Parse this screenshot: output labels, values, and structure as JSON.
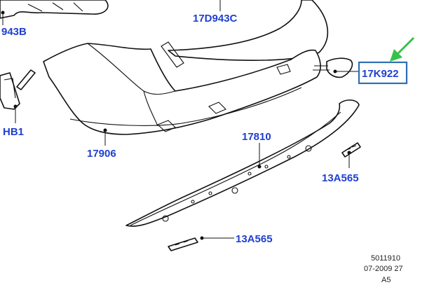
{
  "labels": {
    "p943b": "943B",
    "p17d943c": "17D943C",
    "p17k922": "17K922",
    "hb1": "HB1",
    "p17906": "17906",
    "p17810": "17810",
    "p13a565_right": "13A565",
    "p13a565_bottom": "13A565"
  },
  "reference": {
    "number": "5011910",
    "date": "07-2009 27",
    "sheet": "A5"
  },
  "colors": {
    "label_blue": "#1f3fd1",
    "highlight_box": "#2f6fb3",
    "pointer_green": "#36c24a"
  }
}
